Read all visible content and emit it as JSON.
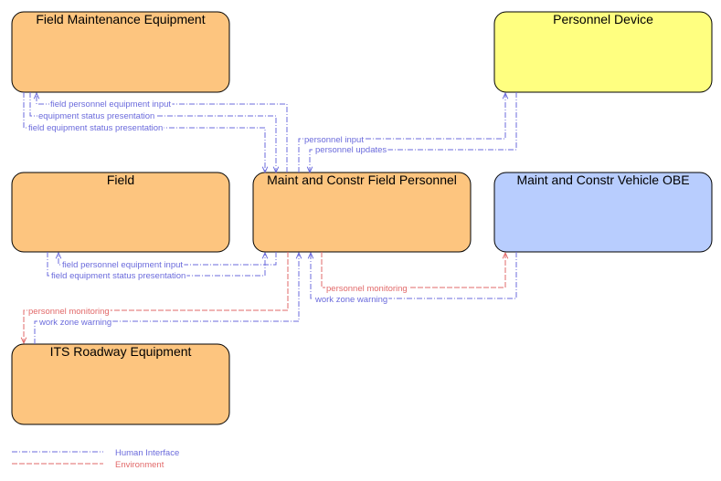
{
  "colors": {
    "human_interface": "#6b6bdc",
    "environment": "#e26a6a",
    "orange_fill": "#fdc57f",
    "yellow_fill": "#ffff80",
    "blue_fill": "#b8cdfe"
  },
  "nodes": {
    "field_maintenance_equipment": {
      "label": "Field Maintenance Equipment"
    },
    "personnel_device": {
      "label": "Personnel Device"
    },
    "field": {
      "label": "Field"
    },
    "maint_personnel": {
      "label": "Maint and Constr Field Personnel"
    },
    "vehicle_obe": {
      "label": "Maint and Constr Vehicle OBE"
    },
    "its_roadway": {
      "label": "ITS Roadway Equipment"
    }
  },
  "flows": {
    "fme_equipment_input": "field personnel equipment input",
    "fme_status_presentation": "equipment status presentation",
    "fme_field_status_presentation": "field equipment status presentation",
    "pd_personnel_input": "personnel input",
    "pd_personnel_updates": "personnel updates",
    "field_equipment_input": "field personnel equipment input",
    "field_status_presentation": "field equipment status presentation",
    "obe_personnel_monitoring": "personnel monitoring",
    "obe_work_zone_warning": "work zone warning",
    "its_personnel_monitoring": "personnel monitoring",
    "its_work_zone_warning": "work zone warning"
  },
  "legend": {
    "human_interface": "Human Interface",
    "environment": "Environment"
  }
}
